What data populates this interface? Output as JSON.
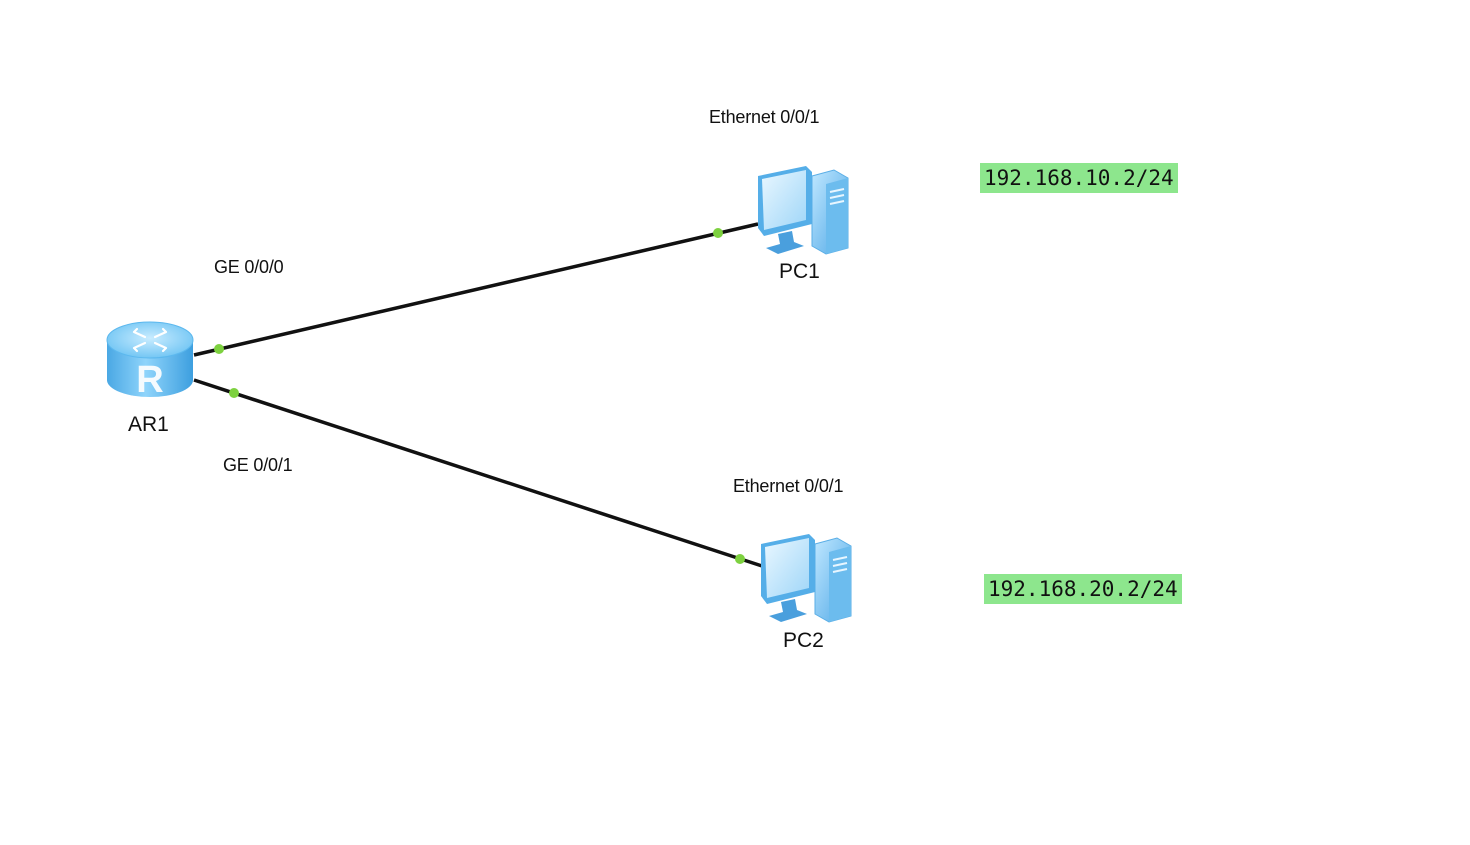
{
  "devices": {
    "router": {
      "name": "AR1",
      "icon": "router-icon"
    },
    "pc1": {
      "name": "PC1",
      "icon": "pc-icon"
    },
    "pc2": {
      "name": "PC2",
      "icon": "pc-icon"
    }
  },
  "links": [
    {
      "from": "AR1",
      "from_port": "GE 0/0/0",
      "to": "PC1",
      "to_port": "Ethernet 0/0/1"
    },
    {
      "from": "AR1",
      "from_port": "GE 0/0/1",
      "to": "PC2",
      "to_port": "Ethernet 0/0/1"
    }
  ],
  "ip_labels": {
    "pc1": "192.168.10.2/24",
    "pc2": "192.168.20.2/24"
  },
  "colors": {
    "link": "#111111",
    "port_dot": "#7dd13f",
    "ip_highlight": "#8de68d",
    "device_blue": "#5ab7ee"
  }
}
